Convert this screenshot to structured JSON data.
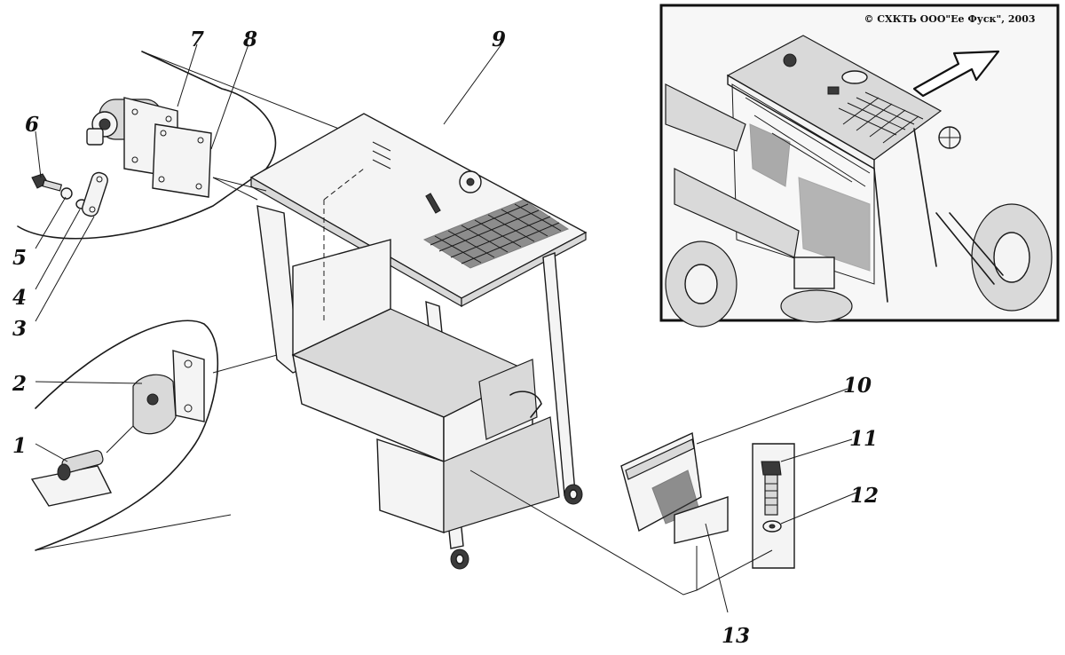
{
  "callouts": {
    "c1": "1",
    "c2": "2",
    "c3": "3",
    "c4": "4",
    "c5": "5",
    "c6": "6",
    "c7": "7",
    "c8": "8",
    "c9": "9",
    "c10": "10",
    "c11": "11",
    "c12": "12",
    "c13": "13"
  },
  "inset": {
    "copyright": "© СХКТЬ ООО\"Ее Фуск\", 2003"
  }
}
